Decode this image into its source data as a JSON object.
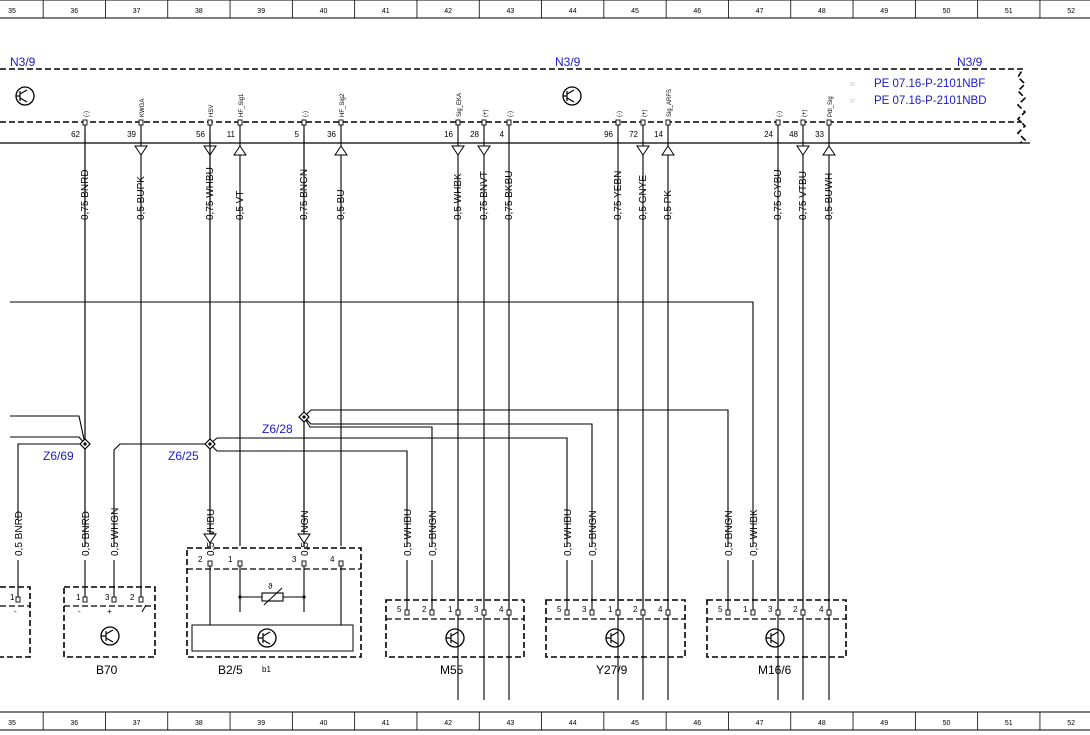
{
  "ruler": [
    "35",
    "36",
    "37",
    "38",
    "39",
    "40",
    "41",
    "42",
    "43",
    "44",
    "45",
    "46",
    "47",
    "48",
    "49",
    "50",
    "51",
    "52"
  ],
  "module": {
    "name": "N3/9",
    "refs": [
      "PE 07.16-P-2101NBF",
      "PE 07.16-P-2101NBD"
    ]
  },
  "connectors": [
    {
      "pin": "62",
      "sig": "(-)",
      "wire": "0,75 BNRD",
      "dir": "none"
    },
    {
      "pin": "39",
      "sig": "KWGA",
      "wire": "0,5 BUPK",
      "dir": "down"
    },
    {
      "pin": "56",
      "sig": "HSV",
      "wire": "0,75 WHBU",
      "dir": "down"
    },
    {
      "pin": "11",
      "sig": "HF_Sig1",
      "wire": "0,5 VT",
      "dir": "up"
    },
    {
      "pin": "5",
      "sig": "(-)",
      "wire": "0,75 BNGN",
      "dir": "none"
    },
    {
      "pin": "36",
      "sig": "HF_Sig2",
      "wire": "0,5 BU",
      "dir": "up"
    },
    {
      "pin": "16",
      "sig": "Sig_EKA",
      "wire": "0,5 WHBK",
      "dir": "down"
    },
    {
      "pin": "28",
      "sig": "(+)",
      "wire": "0,75 BNVT",
      "dir": "down"
    },
    {
      "pin": "4",
      "sig": "(-)",
      "wire": "0,75 BKBU",
      "dir": "none"
    },
    {
      "pin": "96",
      "sig": "(-)",
      "wire": "0,75 YEBN",
      "dir": "none"
    },
    {
      "pin": "72",
      "sig": "(+)",
      "wire": "0,5 GNYE",
      "dir": "down"
    },
    {
      "pin": "14",
      "sig": "Sig_ARFS",
      "wire": "0,5 PK",
      "dir": "up"
    },
    {
      "pin": "24",
      "sig": "(-)",
      "wire": "0,75 GYBU",
      "dir": "none"
    },
    {
      "pin": "48",
      "sig": "(+)",
      "wire": "0,75 VTBU",
      "dir": "down"
    },
    {
      "pin": "33",
      "sig": "Pdl_Sig",
      "wire": "0,5 BUWH",
      "dir": "up"
    }
  ],
  "splices": [
    "Z6/69",
    "Z6/25",
    "Z6/28"
  ],
  "lower_wires": [
    "0,5 BNRD",
    "0,5 BNRD",
    "0,5 WHGN",
    "0,5 WHBU",
    "0,5 BNGN",
    "0,5 WHBU",
    "0,5 BNGN",
    "0,5 WHBU",
    "0,5 BNGN",
    "0,5 BNGN",
    "0,5 WHBK"
  ],
  "components": [
    {
      "name": "B70",
      "pins": [
        "3",
        "2",
        "1"
      ],
      "pol": [
        "+",
        "-"
      ]
    },
    {
      "name": "B2/5",
      "sub": "b1",
      "pins": [
        "2",
        "1",
        "3",
        "4"
      ],
      "sym": "ϑ"
    },
    {
      "name": "M55",
      "pins": [
        "5",
        "2",
        "1",
        "3",
        "4"
      ]
    },
    {
      "name": "Y27/9",
      "pins": [
        "5",
        "3",
        "1",
        "2",
        "4"
      ]
    },
    {
      "name": "M16/6",
      "pins": [
        "5",
        "1",
        "3",
        "2",
        "4"
      ]
    },
    {
      "name": "",
      "pins": [
        "1"
      ],
      "pol": [
        "-"
      ]
    }
  ]
}
